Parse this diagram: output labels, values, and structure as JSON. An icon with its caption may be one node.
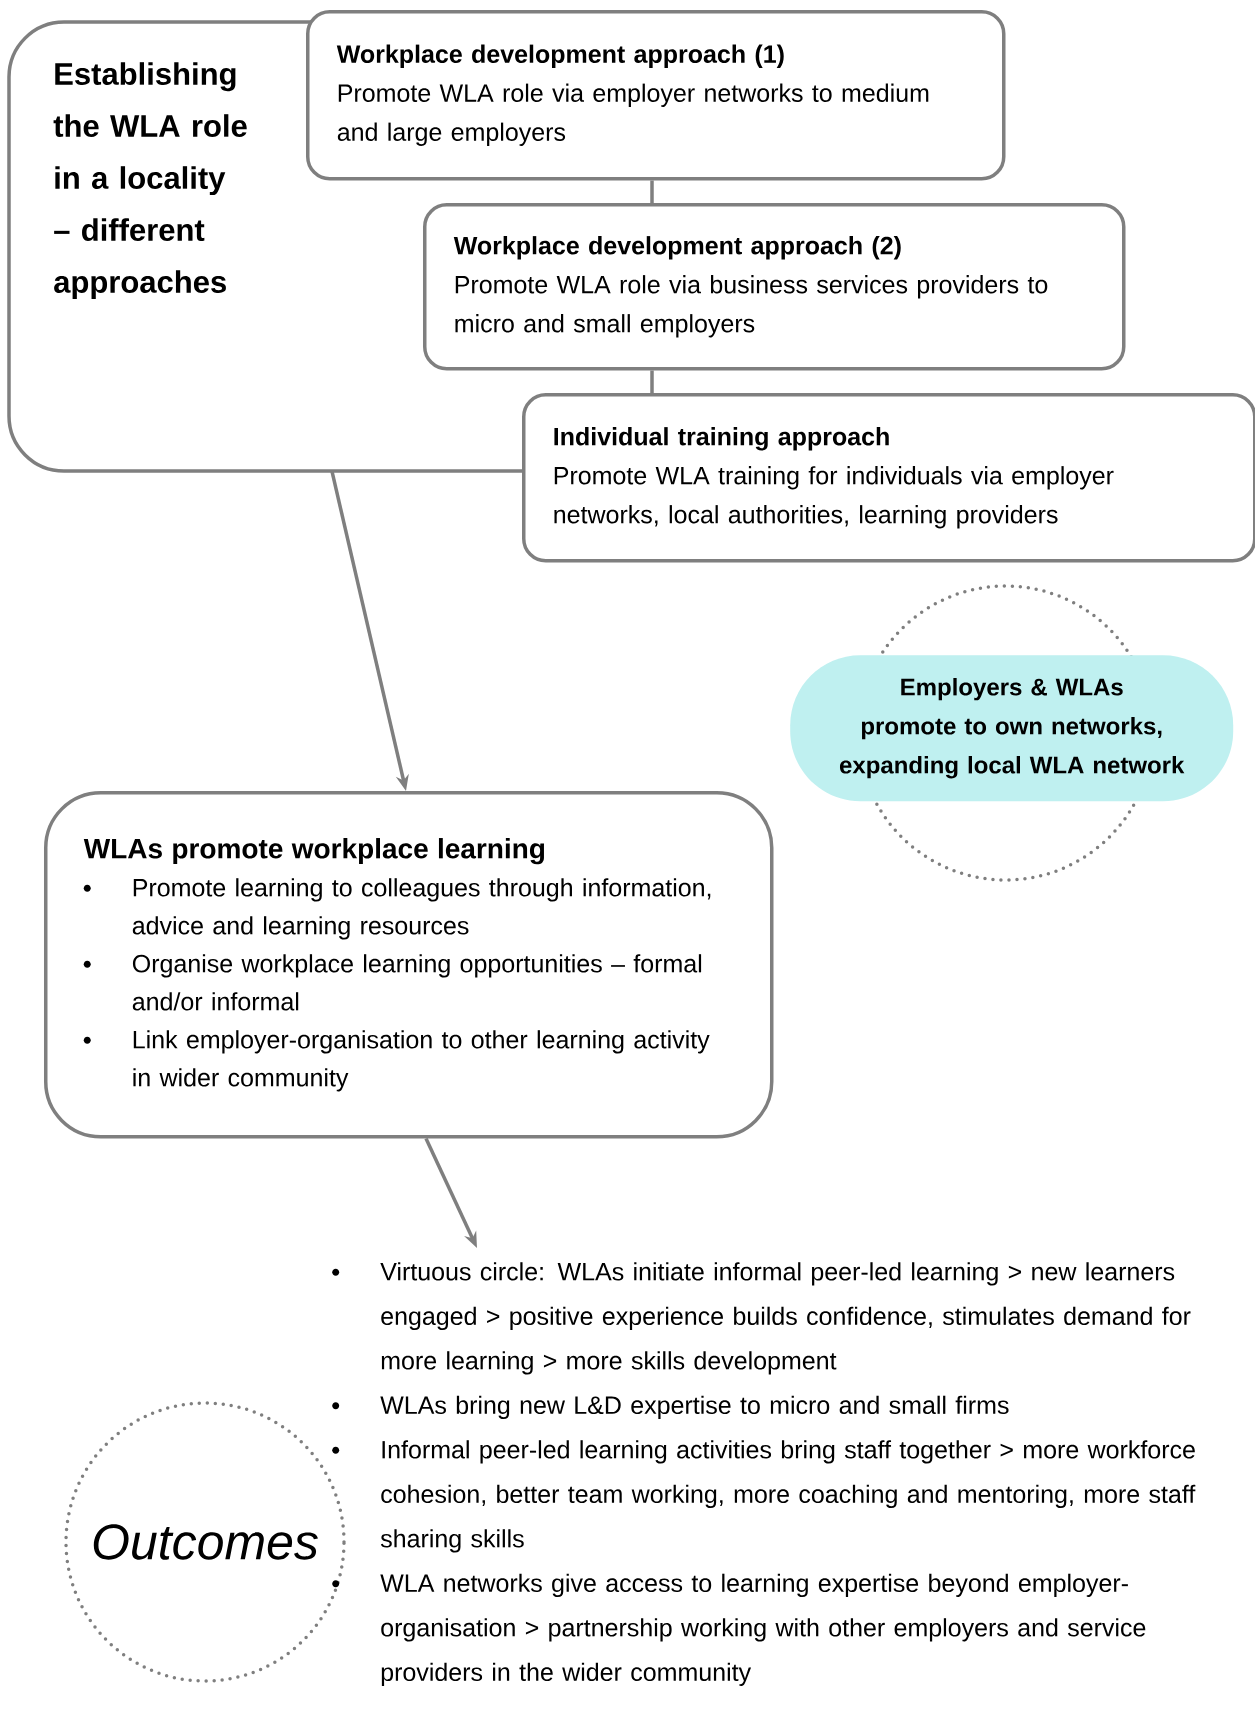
{
  "diagram": {
    "nodes": [
      {
        "text": [
          "Establishing the WLA role in a locality – different approaches"
        ]
      },
      {
        "text": [
          "Workplace development approach (1)",
          "Promote WLA role via employer networks to medium and large employers"
        ]
      },
      {
        "text": [
          "Workplace development approach (2)",
          "Promote WLA role via business services providers to micro and small employers"
        ]
      },
      {
        "text": [
          "Individual training approach",
          "Promote WLA training for individuals via employer networks, local authorities, learning providers"
        ]
      },
      {
        "text": [
          "Employers & WLAs promote to own networks, expanding local WLA network"
        ]
      },
      {
        "text": [
          "WLAs promote workplace learning",
          "Promote learning to colleagues through information, advice and learning resources",
          "Organise workplace learning opportunities – formal and/or informal",
          "Link employer-organisation to other learning activity in wider community"
        ]
      },
      {
        "text": [
          "Outcomes"
        ]
      },
      {
        "text": [
          "Virtuous circle: WLAs initiate informal peer-led learning > new learners engaged > positive experience builds confidence, stimulates demand for more learning > more skills development",
          "WLAs bring new L&D expertise to micro and small firms",
          "Informal peer-led learning activities bring staff together > more workforce cohesion, better team working, more coaching and mentoring, more staff sharing skills",
          "WLA networks give access to learning expertise beyond employer-organisation > partnership working with other employers and service providers in the wider community"
        ]
      }
    ],
    "edges": [
      {
        "from": 1,
        "to": 2,
        "arrow": "none"
      },
      {
        "from": 2,
        "to": 3,
        "arrow": "none"
      },
      {
        "from": 0,
        "to": 5,
        "arrow": "to"
      },
      {
        "from": 5,
        "to": 7,
        "arrow": "to"
      }
    ]
  }
}
